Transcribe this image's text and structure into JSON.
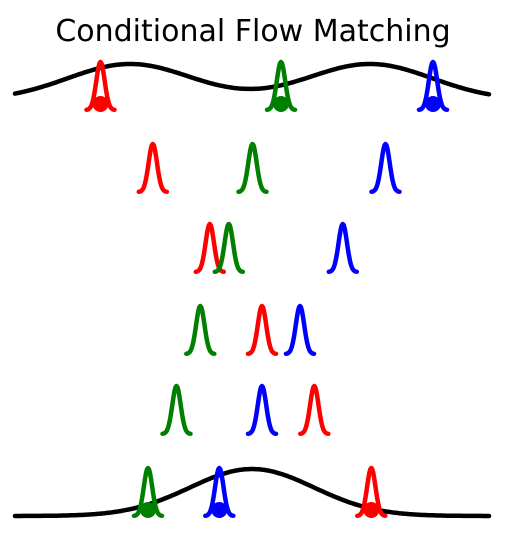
{
  "title": "Conditional Flow Matching",
  "colors": {
    "background": "#ffffff",
    "density": "#000000",
    "red": "#ff0000",
    "green": "#008000",
    "blue": "#0000ff"
  },
  "diagram": {
    "top_density": "bimodal",
    "bottom_density": "unimodal",
    "rows": [
      {
        "step": 0,
        "red": 0.18,
        "green": 0.56,
        "blue": 0.88,
        "markers": true
      },
      {
        "step": 1,
        "red": 0.29,
        "green": 0.5,
        "blue": 0.78,
        "markers": false
      },
      {
        "step": 2,
        "red": 0.41,
        "green": 0.45,
        "blue": 0.69,
        "markers": false
      },
      {
        "step": 3,
        "red": 0.52,
        "green": 0.39,
        "blue": 0.6,
        "markers": false
      },
      {
        "step": 4,
        "red": 0.63,
        "green": 0.34,
        "blue": 0.52,
        "markers": false
      },
      {
        "step": 5,
        "red": 0.75,
        "green": 0.28,
        "blue": 0.43,
        "markers": true
      }
    ]
  }
}
